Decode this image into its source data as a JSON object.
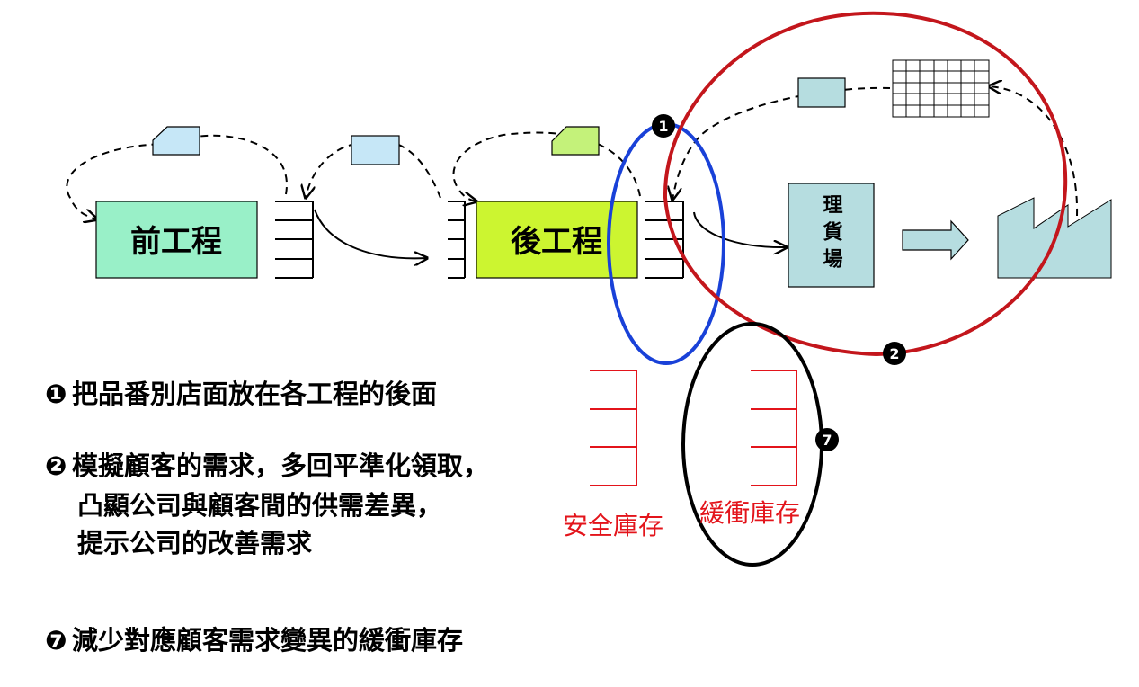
{
  "processes": {
    "front": "前工程",
    "back": "後工程",
    "warehouse": "理貨場"
  },
  "markers": {
    "m1": "1",
    "m2": "2",
    "m7": "7"
  },
  "notes": {
    "n1_symbol": "❶",
    "n1": "把品番別店面放在各工程的後面",
    "n2_symbol": "❷",
    "n2_line1": "模擬顧客的需求，多回平準化領取，",
    "n2_line2": "凸顯公司與顧客間的供需差異，",
    "n2_line3": "提示公司的改善需求",
    "n7_symbol": "❼",
    "n7": "減少對應顧客需求變異的緩衝庫存"
  },
  "inventory_labels": {
    "safety": "安全庫存",
    "buffer": "緩衝庫存"
  },
  "colors": {
    "front_fill": "#99f0c8",
    "back_fill": "#ccf530",
    "warehouse_fill": "#b6dde0",
    "kanban_blue": "#c6e7f7",
    "kanban_green": "#c4f27a",
    "kanban_teal": "#b6dde0",
    "factory_fill": "#b6dde0",
    "red": "#e3141b",
    "dark_red": "#c3161c",
    "blue": "#1941d8"
  }
}
